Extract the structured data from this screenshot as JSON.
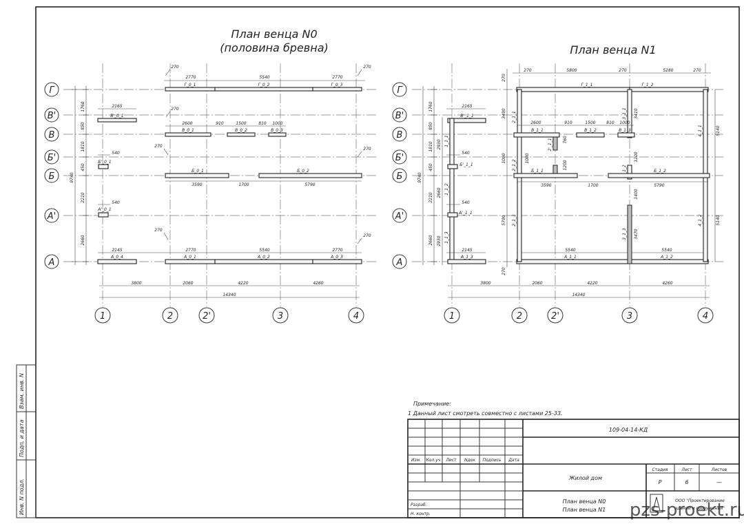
{
  "plans": [
    {
      "id": "p0",
      "title_lines": [
        "План венца N0",
        "(половина бревна)"
      ],
      "row_axes": [
        "Г",
        "В'",
        "В",
        "Б'",
        "Б",
        "А'",
        "А"
      ],
      "left_dims": [
        "1760",
        "850",
        "1810",
        "450",
        "2210",
        "2660"
      ],
      "left_total": "9740",
      "col_axes": [
        "1",
        "2",
        "2'",
        "3",
        "4"
      ],
      "bottom_dims": [
        "3800",
        "2060",
        "4220",
        "4260"
      ],
      "bottom_total": "14340",
      "top_dims": [
        "270",
        "2770",
        "5540",
        "2770",
        "270"
      ],
      "row_dims": {
        "v_prime": "2165",
        "v": [
          "270",
          "2600",
          "910",
          "1500",
          "810",
          "1000"
        ],
        "b_prime": "540",
        "b_top": "270",
        "b_top_right": "270",
        "b_bottom": [
          "3590",
          "1700",
          "5790"
        ],
        "a_prime": "540",
        "a_top": "270",
        "a": [
          "2145",
          "2770",
          "5540",
          "2770",
          "270"
        ]
      },
      "log_labels": {
        "g": [
          "Г_0_1",
          "Г_0_2",
          "Г_0_3"
        ],
        "v_prime": "В'_0_1",
        "v": [
          "В_0_1",
          "В_0_2",
          "В_0_3"
        ],
        "b_prime": "Б'_0_1",
        "b": [
          "Б_0_1",
          "Б_0_2"
        ],
        "a_prime": "А'_0_1",
        "a": [
          "А_0_4",
          "А_0_1",
          "А_0_2",
          "А_0_3"
        ]
      }
    },
    {
      "id": "p1",
      "title_lines": [
        "План венца N1"
      ],
      "row_axes": [
        "Г",
        "В'",
        "В",
        "Б'",
        "Б",
        "А'",
        "А"
      ],
      "left_dims": [
        "1760",
        "850",
        "1810",
        "450",
        "2210",
        "2660"
      ],
      "left_inner_dims": [
        "2930",
        "2660",
        "2930"
      ],
      "left_total": "9740",
      "col_axes": [
        "1",
        "2",
        "2'",
        "3",
        "4"
      ],
      "bottom_dims": [
        "3800",
        "2060",
        "4220",
        "4260"
      ],
      "bottom_total": "14340",
      "top_dims": [
        "270",
        "5800",
        "270",
        "5280",
        "270"
      ],
      "side_dims": [
        "270",
        "3490",
        "1000",
        "5790",
        "270"
      ],
      "right_dims": [
        "5140",
        "5140"
      ],
      "inner_dims": [
        "3410",
        "1200",
        "1400",
        "3470",
        "760",
        "1200",
        "1000"
      ],
      "row_dims": {
        "v_prime": "2165",
        "v": [
          "2600",
          "910",
          "1500",
          "810",
          "1000"
        ],
        "b_prime": "540",
        "b_bottom": [
          "3590",
          "1700",
          "5790"
        ],
        "a_prime": "540",
        "a": [
          "2145",
          "5540",
          "5540"
        ]
      },
      "log_labels": {
        "g": [
          "Г_1_1",
          "Г_1_2"
        ],
        "v_prime": "В'_1_1",
        "v": [
          "В_1_1",
          "В_1_2",
          "В_1_3"
        ],
        "b_prime": "Б'_1_1",
        "b": [
          "Б_1_1",
          "Б_1_2"
        ],
        "a_prime": "А'_1_1",
        "a": [
          "А_1_3",
          "А_1_1",
          "А_1_2"
        ],
        "verticals": [
          "1_1_1",
          "1_1_2",
          "1_1_3",
          "2_1_1",
          "2_1_2",
          "2_1_3",
          "2'_1_1",
          "3_1_1",
          "3_1_2",
          "3_1_3",
          "4_1_1",
          "4_1_2"
        ]
      }
    }
  ],
  "stamp_side": [
    "Взам. инв. N",
    "Подп. и дата",
    "Инв. N подл."
  ],
  "note": {
    "title": "Примечание:",
    "text": "1 Данный лист смотреть совместно с листами 25-33."
  },
  "titleblock": {
    "code": "109-04-14-КД",
    "columns": [
      "Изм.",
      "Кол.уч",
      "Лист",
      "Nдок",
      "Подпись",
      "Дата"
    ],
    "roles": [
      "Разраб.",
      "Н. контр."
    ],
    "object": "Жилой дом",
    "stage_headers": [
      "Стадия",
      "Лист",
      "Листов"
    ],
    "stage_values": [
      "Р",
      "6",
      "—"
    ],
    "sheet_title_lines": [
      "План венца N0",
      "План венца N1"
    ],
    "org_lines": [
      "ООО \"Проектирование",
      "зданий и сооружений\""
    ]
  },
  "watermark": "pzs-proekt.ru"
}
